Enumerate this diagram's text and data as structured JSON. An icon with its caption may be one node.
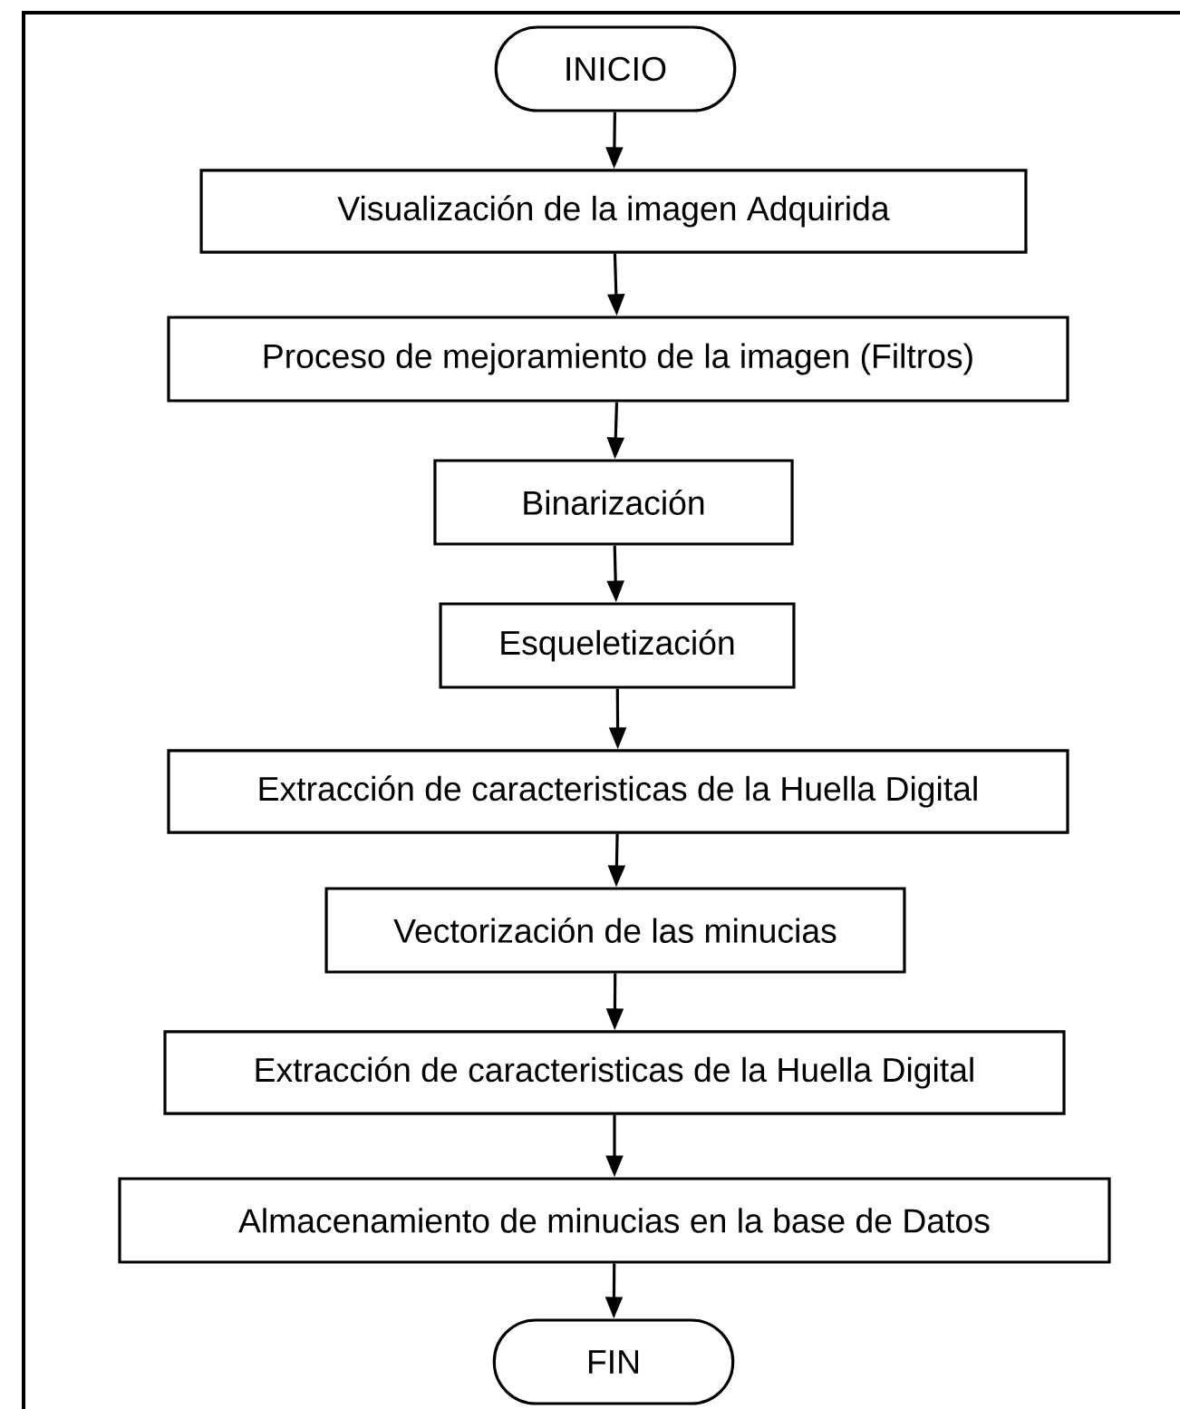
{
  "diagram": {
    "nodes": [
      {
        "text": [
          "INICIO"
        ]
      },
      {
        "text": [
          "Visualización de la imagen Adquirida"
        ]
      },
      {
        "text": [
          "Proceso de mejoramiento de la imagen (Filtros)"
        ]
      },
      {
        "text": [
          "Binarización"
        ]
      },
      {
        "text": [
          "Esqueletización"
        ]
      },
      {
        "text": [
          "Extracción de caracteristicas de la Huella Digital"
        ]
      },
      {
        "text": [
          "Vectorización de las minucias"
        ]
      },
      {
        "text": [
          "Extracción de caracteristicas de la Huella Digital"
        ]
      },
      {
        "text": [
          "Almacenamiento de minucias en la base de Datos"
        ]
      },
      {
        "text": [
          "FIN"
        ]
      }
    ],
    "edges": [
      {
        "from": 0,
        "to": 1,
        "arrow": "to"
      },
      {
        "from": 1,
        "to": 2,
        "arrow": "to"
      },
      {
        "from": 2,
        "to": 3,
        "arrow": "to"
      },
      {
        "from": 3,
        "to": 4,
        "arrow": "to"
      },
      {
        "from": 4,
        "to": 5,
        "arrow": "to"
      },
      {
        "from": 5,
        "to": 6,
        "arrow": "to"
      },
      {
        "from": 6,
        "to": 7,
        "arrow": "to"
      },
      {
        "from": 7,
        "to": 8,
        "arrow": "to"
      },
      {
        "from": 8,
        "to": 9,
        "arrow": "to"
      }
    ]
  }
}
